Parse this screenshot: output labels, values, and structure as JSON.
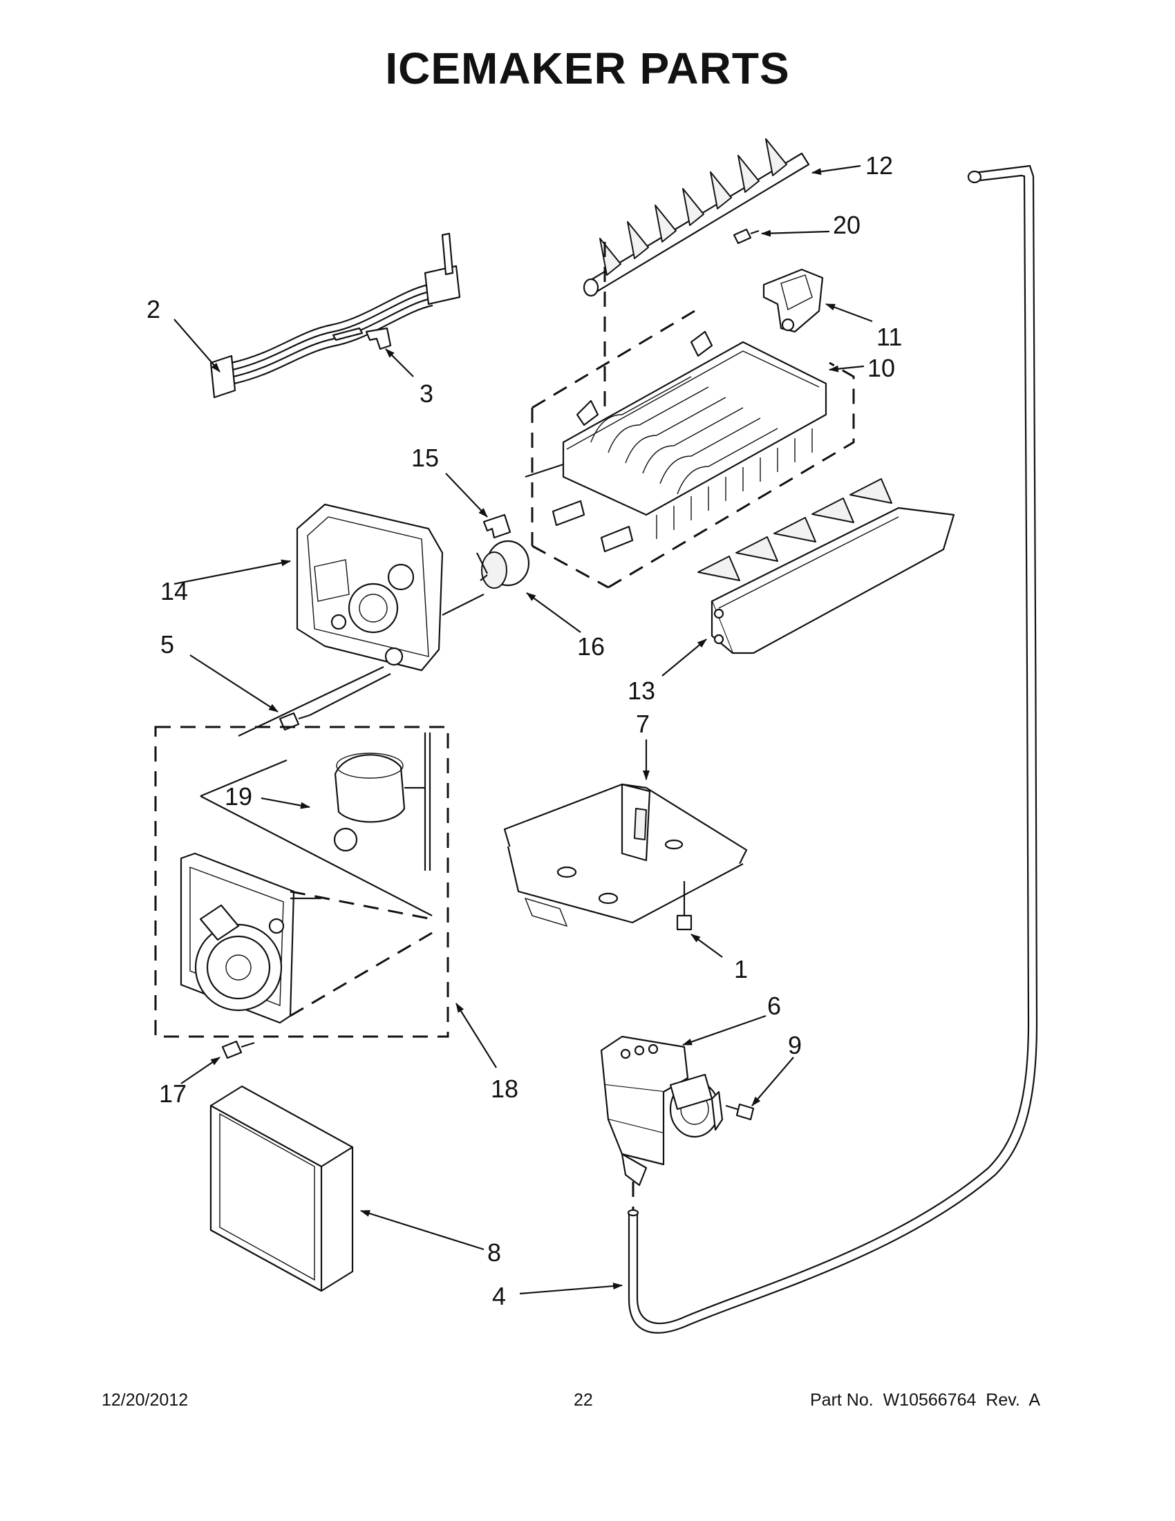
{
  "title": "ICEMAKER PARTS",
  "footer": {
    "date": "12/20/2012",
    "page": "22",
    "part_number": "Part No.  W10566764  Rev.  A"
  },
  "callouts": {
    "c1": "1",
    "c2": "2",
    "c3": "3",
    "c4": "4",
    "c5": "5",
    "c6": "6",
    "c7": "7",
    "c8": "8",
    "c9": "9",
    "c10": "10",
    "c11": "11",
    "c12": "12",
    "c13": "13",
    "c14": "14",
    "c15": "15",
    "c16": "16",
    "c17": "17",
    "c18": "18",
    "c19": "19",
    "c20": "20"
  }
}
